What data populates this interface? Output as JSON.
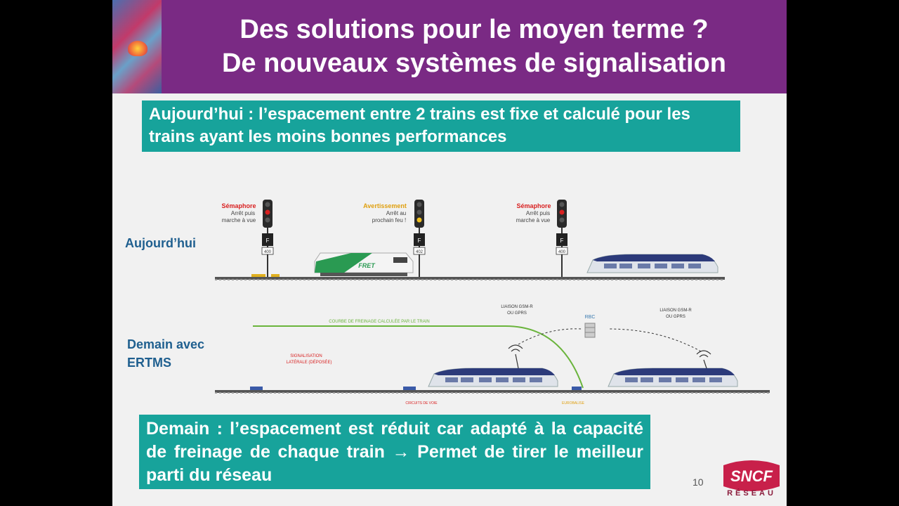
{
  "header": {
    "title_line1": "Des solutions pour le moyen terme ?",
    "title_line2": "De nouveaux systèmes de signalisation"
  },
  "today_box": {
    "text": "Aujourd’hui : l’espacement entre 2 trains est fixe et calculé pour les trains ayant les moins bonnes performances"
  },
  "tomorrow_box": {
    "text": "Demain : l’espacement est réduit car adapté à la capacité de freinage de chaque train → Permet de tirer le meilleur parti du réseau"
  },
  "diagram": {
    "row1_label": "Aujourd’hui",
    "row2_label_line1": "Demain avec",
    "row2_label_line2": "ERTMS",
    "signal1": {
      "title": "Sémaphore",
      "line1": "Arrêt puis",
      "line2": "marche à vue",
      "panel": "F",
      "number": "400"
    },
    "signal2": {
      "title": "Avertissement",
      "line1": "Arrêt au",
      "line2": "prochain feu !",
      "panel": "F",
      "number": "402"
    },
    "signal3": {
      "title": "Sémaphore",
      "line1": "Arrêt puis",
      "line2": "marche à vue",
      "panel": "F",
      "number": "400"
    },
    "freight_label": "FRET",
    "braking_curve": "COURBE DE FREINAGE CALCULÉE PAR LE TRAIN",
    "gsm1_line1": "LIAISON GSM-R",
    "gsm1_line2": "OU GPRS",
    "gsm2_line1": "LIAISON GSM-R",
    "gsm2_line2": "OU GPRS",
    "rbc": "RBC",
    "lateral_line1": "SIGNALISATION",
    "lateral_line2": "LATÉRALE (DÉPOSÉE)",
    "track_circuit": "CIRCUITS DE VOIE",
    "eurobalise": "EUROBALISE"
  },
  "footer": {
    "page_number": "10",
    "logo_text": "SNCF",
    "logo_sub": "RÉSEAU"
  },
  "colors": {
    "header": "#7a2a84",
    "teal_box": "#17a39b",
    "label_blue": "#1f5f8f",
    "braking_green": "#6ab43c"
  }
}
